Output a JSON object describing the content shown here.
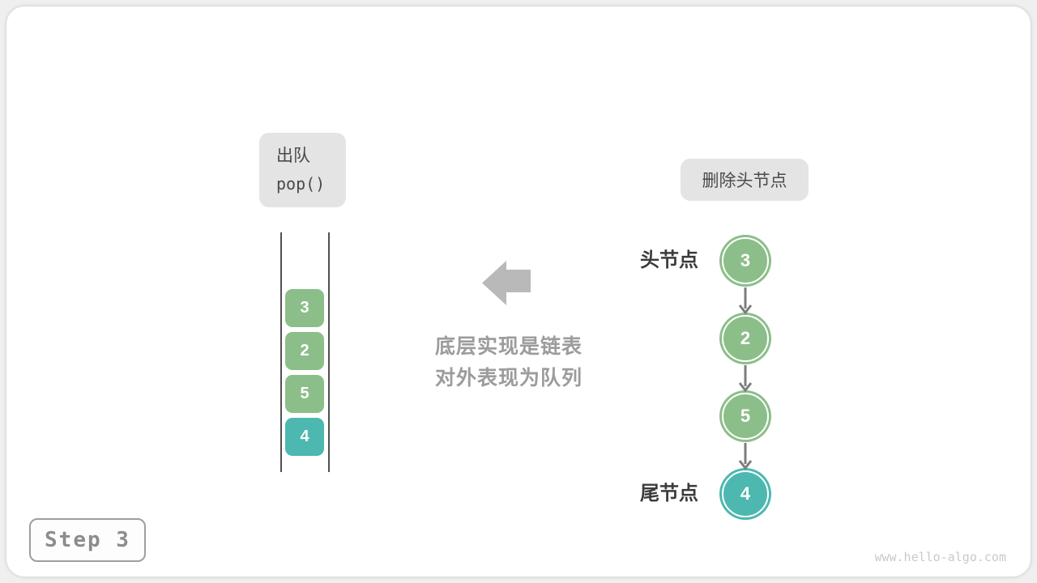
{
  "queue_panel": {
    "action_label": {
      "line1": "出队",
      "line2": "pop()"
    },
    "items": [
      {
        "value": "3",
        "color": "green"
      },
      {
        "value": "2",
        "color": "green"
      },
      {
        "value": "5",
        "color": "green"
      },
      {
        "value": "4",
        "color": "teal"
      }
    ]
  },
  "annotation": {
    "line1": "底层实现是链表",
    "line2": "对外表现为队列"
  },
  "linked_list": {
    "operation_label": "删除头节点",
    "head_label": "头节点",
    "tail_label": "尾节点",
    "nodes": [
      {
        "value": "3",
        "color": "green"
      },
      {
        "value": "2",
        "color": "green"
      },
      {
        "value": "5",
        "color": "green"
      },
      {
        "value": "4",
        "color": "teal"
      }
    ]
  },
  "footer": {
    "step_label": "Step 3",
    "website": "www.hello-algo.com"
  },
  "colors": {
    "node_green": "#8cbe8a",
    "node_teal": "#4db8b0",
    "label_bg": "#e4e4e4",
    "arrow_gray": "#b9b9b9",
    "annotation_gray": "#9c9c9c"
  }
}
